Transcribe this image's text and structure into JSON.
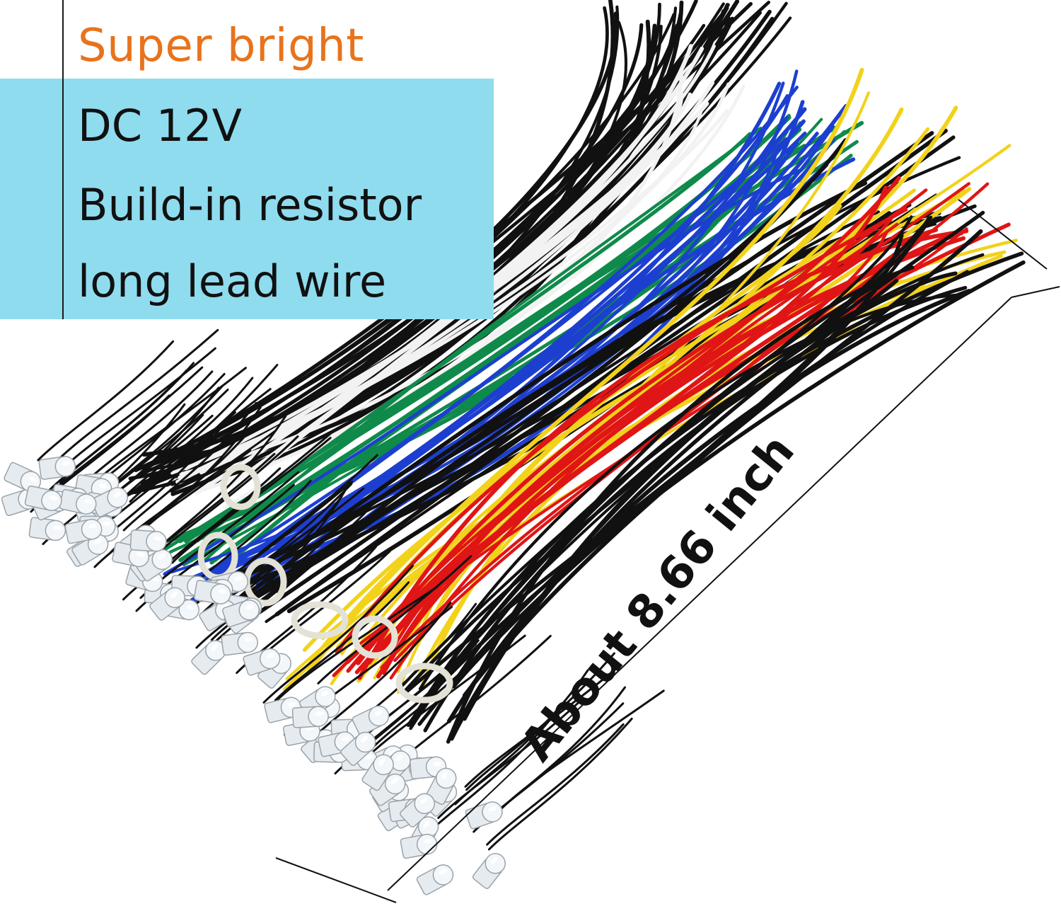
{
  "headline": "Super bright",
  "specs": [
    "DC 12V",
    "Build-in resistor",
    "long lead wire"
  ],
  "dimension_label": "About 8.66 inch",
  "colors": {
    "headline": "#e8731c",
    "panel": "#8fdcef",
    "text": "#111111",
    "wire_black": "#111111",
    "wire_white": "#f2f2f2",
    "wire_green": "#0f8a4a",
    "wire_blue": "#1d3fd0",
    "wire_red": "#e01515",
    "wire_yellow": "#f2d21a",
    "led_lens": "#e6ebef"
  }
}
